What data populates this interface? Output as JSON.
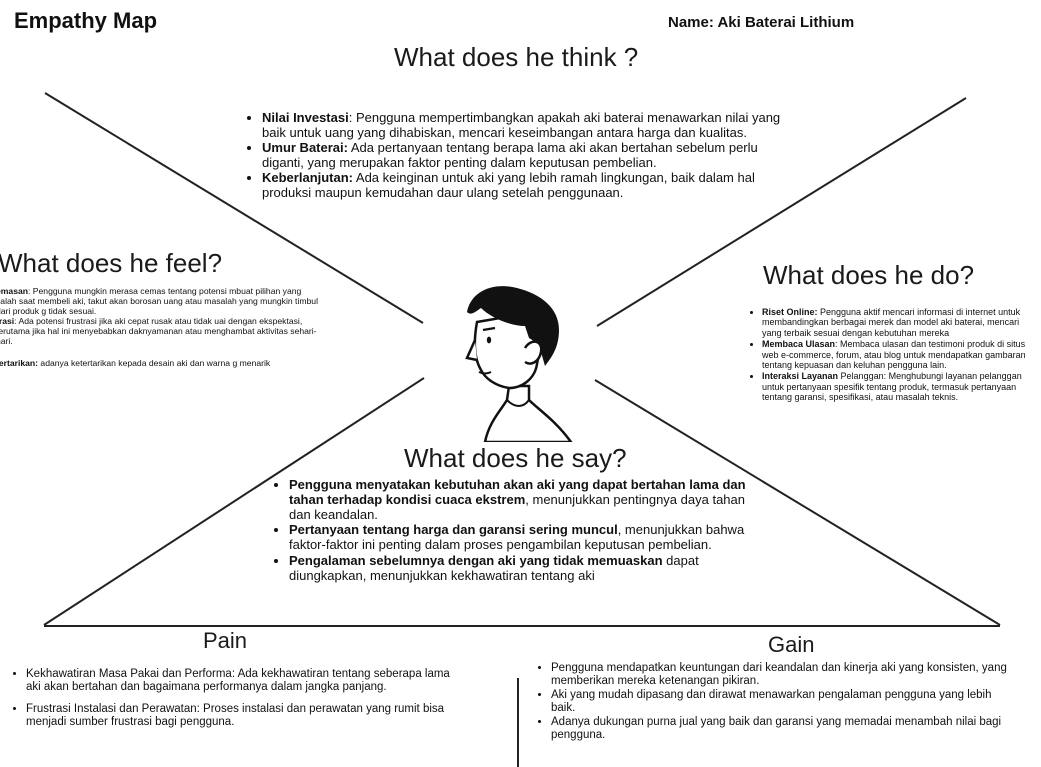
{
  "header": {
    "title": "Empathy Map",
    "name": "Name: Aki Baterai Lithium"
  },
  "think": {
    "heading": "What does he think ?",
    "items": [
      {
        "label": "Nilai Investasi",
        "text": ": Pengguna mempertimbangkan apakah aki baterai menawarkan nilai yang baik untuk uang yang dihabiskan, mencari keseimbangan antara harga dan kualitas."
      },
      {
        "label": "Umur Baterai:",
        "text": " Ada pertanyaan tentang berapa lama aki akan bertahan sebelum perlu diganti, yang merupakan faktor penting dalam keputusan pembelian."
      },
      {
        "label": "Keberlanjutan:",
        "text": " Ada keinginan untuk aki yang lebih ramah lingkungan, baik dalam hal produksi maupun kemudahan daur ulang setelah penggunaan."
      }
    ]
  },
  "feel": {
    "heading": "What does he feel?",
    "paragraphs": [
      {
        "label": "emasan",
        "text": ": Pengguna mungkin merasa cemas tentang potensi mbuat pilihan yang salah saat membeli aki, takut akan borosan uang atau masalah yang mungkin timbul dari produk g tidak sesuai."
      },
      {
        "label": "trasi",
        "text": ": Ada potensi frustrasi jika aki cepat rusak atau tidak uai dengan ekspektasi, terutama jika hal ini menyebabkan daknyamanan atau menghambat aktivitas sehari-hari."
      },
      {
        "label": "tertarikan:",
        "text": "  adanya ketertarikan kepada desain aki dan warna g menarik"
      }
    ]
  },
  "do": {
    "heading": "What does he do?",
    "items": [
      {
        "label": "Riset Online:",
        "text": " Pengguna aktif mencari informasi di internet untuk membandingkan berbagai merek dan model aki baterai, mencari yang terbaik sesuai dengan kebutuhan mereka"
      },
      {
        "label": "Membaca Ulasan",
        "text": ": Membaca ulasan dan testimoni produk di situs web e-commerce, forum, atau blog untuk mendapatkan gambaran tentang kepuasan dan keluhan pengguna lain."
      },
      {
        "label": "Interaksi Layanan",
        "text": " Pelanggan: Menghubungi layanan pelanggan untuk pertanyaan spesifik tentang produk, termasuk pertanyaan tentang garansi, spesifikasi, atau masalah teknis."
      }
    ]
  },
  "say": {
    "heading": "What does he say?",
    "items": [
      {
        "label": "Pengguna menyatakan kebutuhan akan aki yang dapat bertahan lama dan tahan terhadap kondisi cuaca ekstrem",
        "text": ", menunjukkan pentingnya daya tahan dan keandalan."
      },
      {
        "label": "Pertanyaan tentang harga dan garansi sering muncul",
        "text": ", menunjukkan bahwa faktor-faktor ini penting dalam proses pengambilan keputusan pembelian."
      },
      {
        "label": "Pengalaman sebelumnya dengan aki yang tidak memuaskan",
        "text": " dapat diungkapkan, menunjukkan kekhawatiran tentang aki"
      }
    ]
  },
  "pain": {
    "heading": "Pain",
    "items": [
      "Kekhawatiran Masa Pakai dan Performa: Ada kekhawatiran tentang seberapa lama aki akan bertahan dan bagaimana performanya dalam jangka panjang.",
      "Frustrasi Instalasi dan Perawatan: Proses instalasi dan perawatan yang rumit bisa menjadi sumber frustrasi bagi pengguna."
    ]
  },
  "gain": {
    "heading": "Gain",
    "items": [
      " Pengguna mendapatkan keuntungan dari keandalan dan kinerja aki yang konsisten, yang memberikan mereka ketenangan pikiran.",
      "Aki yang mudah dipasang dan dirawat menawarkan pengalaman pengguna yang lebih baik.",
      "Adanya dukungan purna jual yang baik dan garansi yang memadai menambah nilai bagi pengguna."
    ]
  }
}
